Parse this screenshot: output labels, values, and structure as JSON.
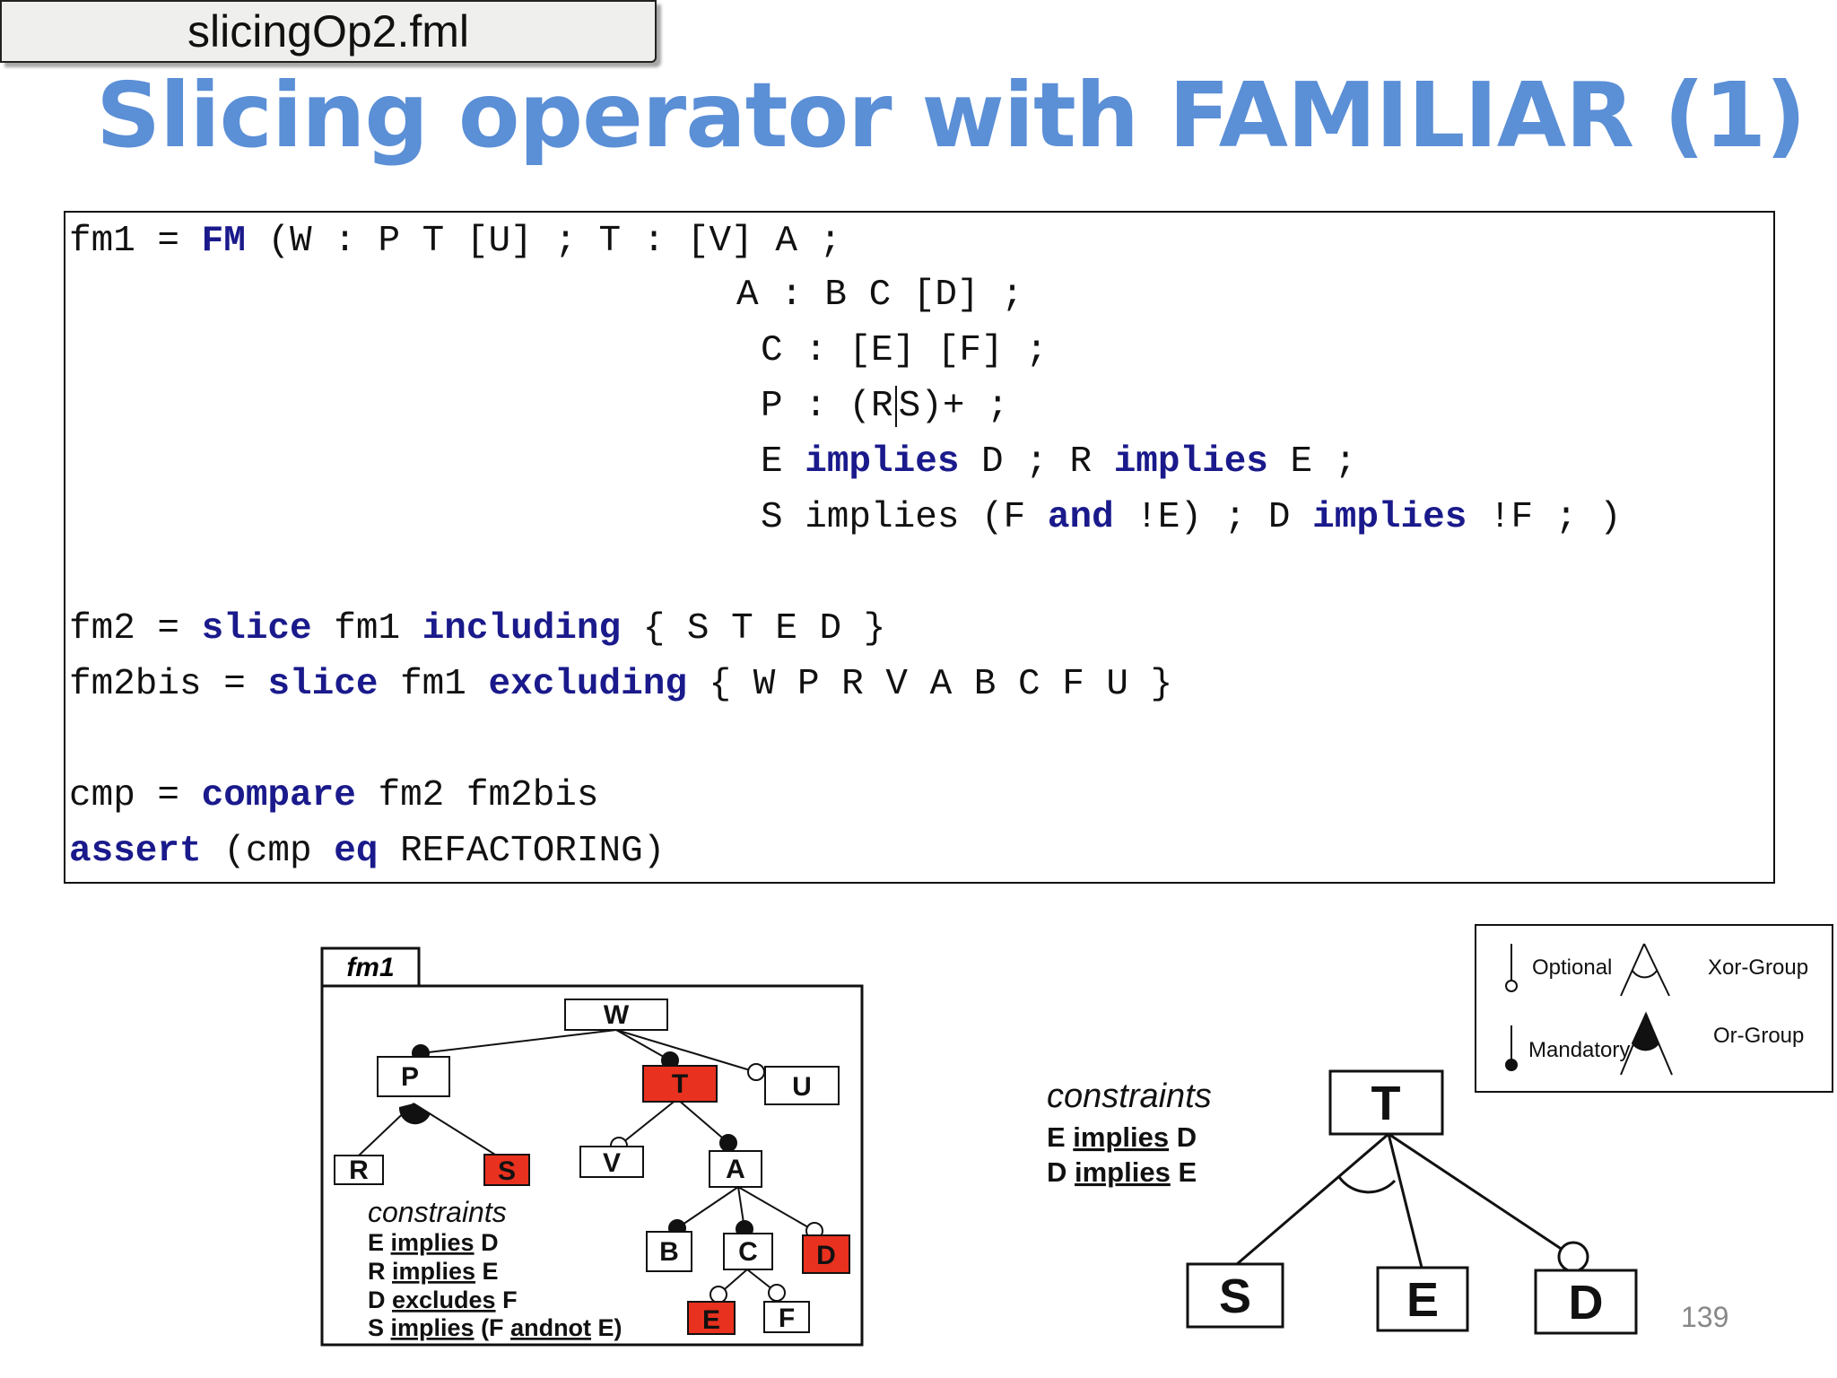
{
  "file_tag": "slicingOp2.fml",
  "title": "Slicing operator with FAMILIAR (1)",
  "code": {
    "l1": {
      "a": "fm1 = ",
      "kw": "FM",
      "b": " (W : P T [U] ; T : [V] A ;"
    },
    "l2": "A : B C [D] ;",
    "l3": "C : [E] [F] ;",
    "l4": {
      "a": "P : (R",
      "b": "S)+ ;"
    },
    "l5": {
      "a": "E ",
      "kw1": "implies",
      "b": " D ; R ",
      "kw2": "implies",
      "c": " E ;"
    },
    "l6": {
      "a": "S implies (F ",
      "kw1": "and",
      "b": " !E) ; D ",
      "kw2": "implies",
      "c": " !F ; )"
    },
    "l7": {
      "a": "fm2 = ",
      "kw1": "slice",
      "b": " fm1 ",
      "kw2": "including",
      "c": " { S T E D }"
    },
    "l8": {
      "a": "fm2bis = ",
      "kw1": "slice",
      "b": " fm1 ",
      "kw2": "excluding",
      "c": " { W P R V A B C F U }"
    },
    "l9": {
      "a": "cmp = ",
      "kw": "compare",
      "b": " fm2 fm2bis"
    },
    "l10": {
      "kw1": "assert",
      "a": " (cmp ",
      "kw2": "eq",
      "b": " REFACTORING)"
    }
  },
  "fm1": {
    "tab": "fm1",
    "nodes": {
      "W": "W",
      "P": "P",
      "T": "T",
      "U": "U",
      "R": "R",
      "S": "S",
      "V": "V",
      "A": "A",
      "B": "B",
      "C": "C",
      "D": "D",
      "E": "E",
      "F": "F"
    },
    "constraints_title": "constraints",
    "c1": {
      "a": "E ",
      "kw": "implies",
      "b": " D"
    },
    "c2": {
      "a": "R ",
      "kw": "implies",
      "b": " E"
    },
    "c3": {
      "a": "D ",
      "kw": "excludes",
      "b": " F"
    },
    "c4": {
      "a": "S ",
      "kw1": "implies",
      "b": " (F ",
      "kw2": "andnot",
      "c": " E)"
    }
  },
  "fm2": {
    "constraints_title": "constraints",
    "c1": {
      "a": "E ",
      "kw": "implies",
      "b": " D"
    },
    "c2": {
      "a": "D ",
      "kw": "implies",
      "b": " E"
    },
    "nodes": {
      "T": "T",
      "S": "S",
      "E": "E",
      "D": "D"
    }
  },
  "legend": {
    "optional": "Optional",
    "mandatory": "Mandatory",
    "xor": "Xor-Group",
    "or": "Or-Group"
  },
  "colors": {
    "title": "#5b8fd6",
    "keyword": "#1a1a8c",
    "selected": "#e8311e"
  },
  "page_number": "139"
}
